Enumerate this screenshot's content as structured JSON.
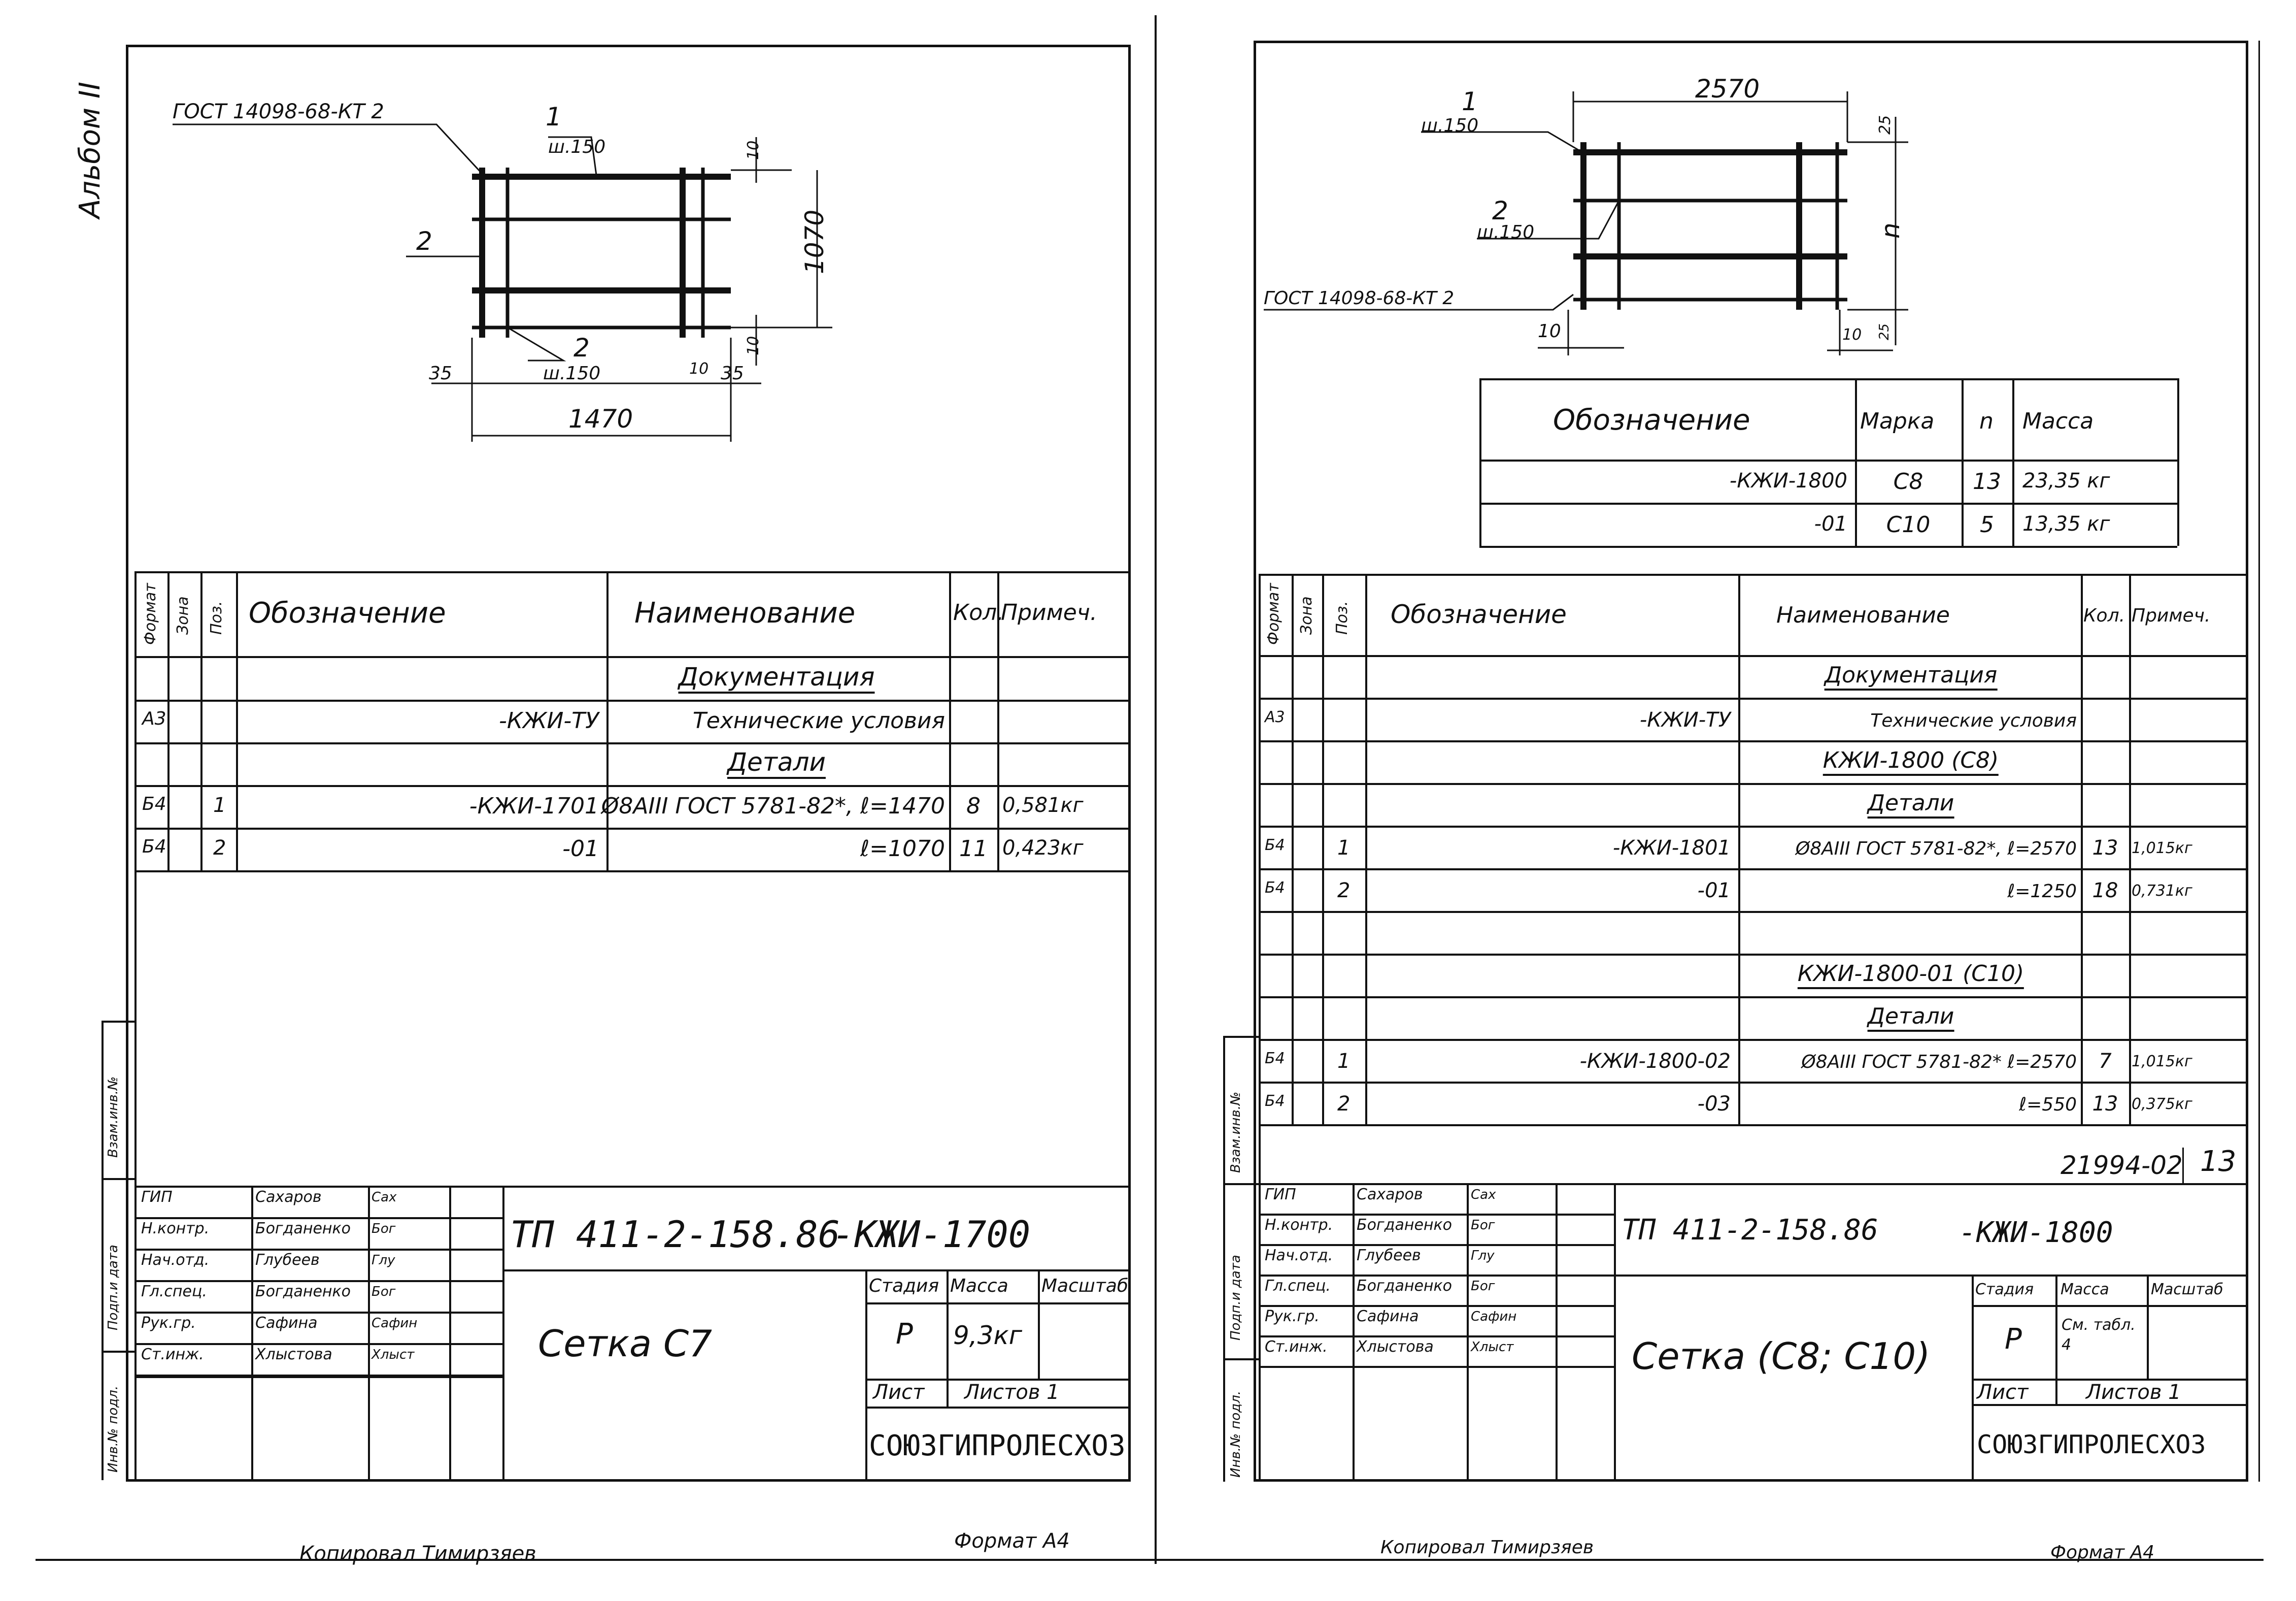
{
  "left": {
    "side_label": "Альбом II",
    "drawing": {
      "gost": "ГОСТ 14098-68-КТ 2",
      "pos1": "1",
      "step1": "ш.150",
      "pos2a": "2",
      "pos2b": "2",
      "step2": "ш.150",
      "dim_height": "1070",
      "dim_top": "10",
      "dim_bottom": "10",
      "dim_left": "35",
      "dim_mid": "10",
      "dim_right": "35",
      "dim_width": "1470"
    },
    "spec_headers": {
      "format": "Формат",
      "zone": "Зона",
      "pos": "Поз.",
      "designation": "Обозначение",
      "name": "Наименование",
      "qty": "Кол.",
      "note": "Примеч."
    },
    "spec_rows": [
      {
        "format": "",
        "pos": "",
        "designation": "",
        "name": "Документация",
        "qty": "",
        "note": "",
        "section": true
      },
      {
        "format": "А3",
        "pos": "",
        "designation": "-КЖИ-ТУ",
        "name": "Технические условия",
        "qty": "",
        "note": ""
      },
      {
        "format": "",
        "pos": "",
        "designation": "",
        "name": "Детали",
        "qty": "",
        "note": "",
        "section": true
      },
      {
        "format": "Б4",
        "pos": "1",
        "designation": "-КЖИ-1701",
        "name": "Ø8АIII ГОСТ 5781-82*, ℓ=1470",
        "qty": "8",
        "note": "0,581кг"
      },
      {
        "format": "Б4",
        "pos": "2",
        "designation": "-01",
        "name": "ℓ=1070",
        "qty": "11",
        "note": "0,423кг"
      }
    ],
    "side_stamp": [
      "Взам.инв.№",
      "Подп.и дата",
      "Инв.№ подл."
    ],
    "title_block": {
      "roles": [
        "ГИП",
        "Н.контр.",
        "Нач.отд.",
        "Гл.спец.",
        "Рук.гр.",
        "Ст.инж."
      ],
      "names": [
        "Сахаров",
        "Богданенко",
        "Глубеев",
        "Богданенко",
        "Сафина",
        "Хлыстова"
      ],
      "signatures": [
        "Сах",
        "Бог",
        "Глу",
        "Бог",
        "Сафин",
        "Хлыст"
      ],
      "doc_code": "ТП 411-2-158.86",
      "doc_designation": "-КЖИ-1700",
      "title": "Сетка С7",
      "stage_label": "Стадия",
      "mass_label": "Масса",
      "scale_label": "Масштаб",
      "stage": "Р",
      "mass": "9,3кг",
      "scale": "",
      "sheet_label": "Лист",
      "sheets_label": "Листов 1",
      "org": "СОЮЗГИПРОЛЕСХОЗ"
    },
    "copied": "Копировал Тимирзяев",
    "format": "Формат А4"
  },
  "right": {
    "drawing": {
      "pos1": "1",
      "step1": "ш.150",
      "pos2": "2",
      "step2": "ш.150",
      "gost": "ГОСТ 14098-68-КТ 2",
      "dim_width": "2570",
      "dim_top": "25",
      "dim_height": "n",
      "dim_left": "10",
      "dim_right": "10",
      "dim_bottom": "25"
    },
    "marks_headers": {
      "designation": "Обозначение",
      "mark": "Марка",
      "n": "n",
      "mass": "Масса"
    },
    "marks_rows": [
      {
        "designation": "-КЖИ-1800",
        "mark": "С8",
        "n": "13",
        "mass": "23,35 кг"
      },
      {
        "designation": "-01",
        "mark": "С10",
        "n": "5",
        "mass": "13,35 кг"
      }
    ],
    "spec_headers": {
      "format": "Формат",
      "zone": "Зона",
      "pos": "Поз.",
      "designation": "Обозначение",
      "name": "Наименование",
      "qty": "Кол.",
      "note": "Примеч."
    },
    "spec_rows": [
      {
        "format": "",
        "pos": "",
        "designation": "",
        "name": "Документация",
        "qty": "",
        "note": "",
        "section": true
      },
      {
        "format": "А3",
        "pos": "",
        "designation": "-КЖИ-ТУ",
        "name": "Технические условия",
        "qty": "",
        "note": ""
      },
      {
        "format": "",
        "pos": "",
        "designation": "",
        "name": "КЖИ-1800      (С8)",
        "qty": "",
        "note": "",
        "section": true
      },
      {
        "format": "",
        "pos": "",
        "designation": "",
        "name": "Детали",
        "qty": "",
        "note": "",
        "section": true
      },
      {
        "format": "Б4",
        "pos": "1",
        "designation": "-КЖИ-1801",
        "name": "Ø8АIII ГОСТ 5781-82*, ℓ=2570",
        "qty": "13",
        "note": "1,015кг"
      },
      {
        "format": "Б4",
        "pos": "2",
        "designation": "-01",
        "name": "ℓ=1250",
        "qty": "18",
        "note": "0,731кг"
      },
      {
        "format": "",
        "pos": "",
        "designation": "",
        "name": "",
        "qty": "",
        "note": ""
      },
      {
        "format": "",
        "pos": "",
        "designation": "",
        "name": "КЖИ-1800-01      (С10)",
        "qty": "",
        "note": "",
        "section": true
      },
      {
        "format": "",
        "pos": "",
        "designation": "",
        "name": "Детали",
        "qty": "",
        "note": "",
        "section": true
      },
      {
        "format": "Б4",
        "pos": "1",
        "designation": "-КЖИ-1800-02",
        "name": "Ø8АIII ГОСТ 5781-82* ℓ=2570",
        "qty": "7",
        "note": "1,015кг"
      },
      {
        "format": "Б4",
        "pos": "2",
        "designation": "-03",
        "name": "ℓ=550",
        "qty": "13",
        "note": "0,375кг"
      }
    ],
    "side_stamp": [
      "Взам.инв.№",
      "Подп.и дата",
      "Инв.№ подл."
    ],
    "sheet_ref": "21994-02",
    "sheet_ref_num": "13",
    "title_block": {
      "roles": [
        "ГИП",
        "Н.контр.",
        "Нач.отд.",
        "Гл.спец.",
        "Рук.гр.",
        "Ст.инж."
      ],
      "names": [
        "Сахаров",
        "Богданенко",
        "Глубеев",
        "Богданенко",
        "Сафина",
        "Хлыстова"
      ],
      "signatures": [
        "Сах",
        "Бог",
        "Глу",
        "Бог",
        "Сафин",
        "Хлыст"
      ],
      "doc_code": "ТП 411-2-158.86",
      "doc_designation": "-КЖИ-1800",
      "title": "Сетка (С8; С10)",
      "stage_label": "Стадия",
      "mass_label": "Масса",
      "scale_label": "Масштаб",
      "stage": "Р",
      "mass": "См. табл. 4",
      "scale": "",
      "sheet_label": "Лист",
      "sheets_label": "Листов 1",
      "org": "СОЮЗГИПРОЛЕСХОЗ"
    },
    "copied": "Копировал Тимирзяев",
    "format": "Формат А4"
  }
}
